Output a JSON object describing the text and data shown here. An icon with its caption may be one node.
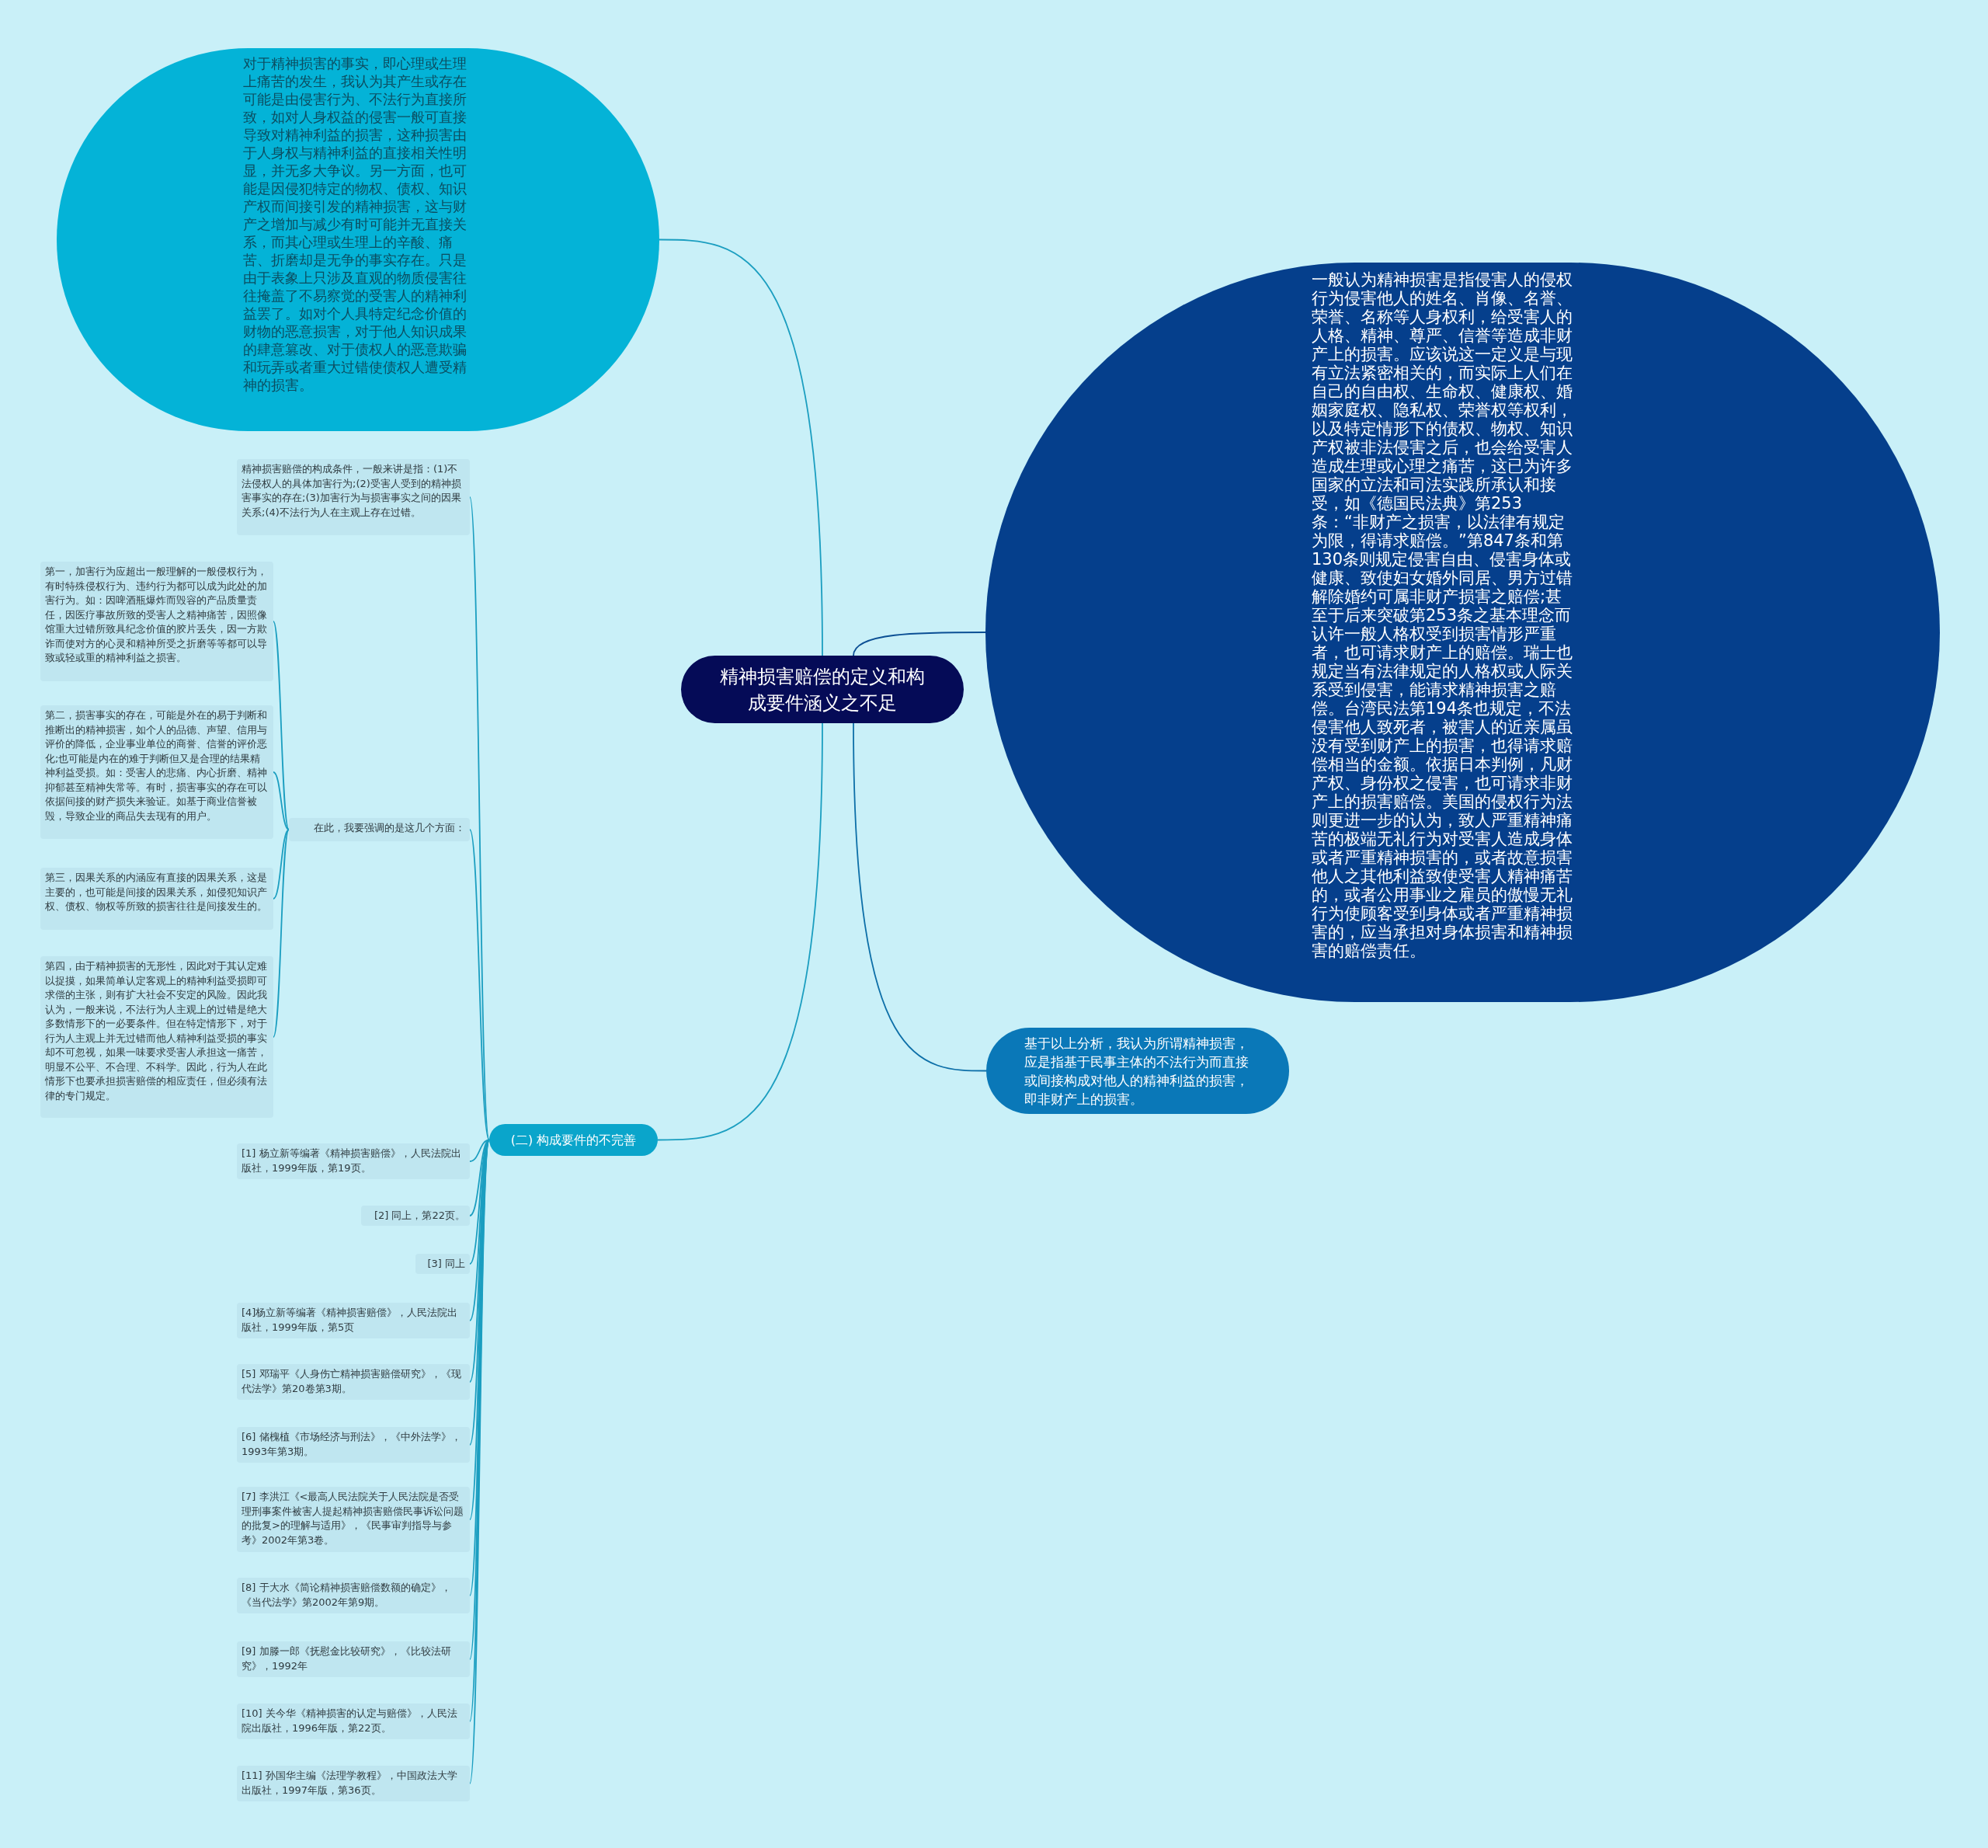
{
  "diagram": {
    "nodes": [
      {
        "text": [
          "精神损害赔偿的定义和构成要件涵义之不足"
        ]
      },
      {
        "text": [
          "对于精神损害的事实，即心理或生理上痛苦的发生，我认为其产生或存在可能是由侵害行为、不法行为直接所致，如对人身权益的侵害一般可直接导致对精神利益的损害，这种损害由于人身权与精神利益的直接相关性明显，并无多大争议。另一方面，也可能是因侵犯特定的物权、债权、知识产权而间接引发的精神损害，这与财产之增加与减少有时可能并无直接关系，而其心理或生理上的辛酸、痛苦、折磨却是无争的事实存在。只是由于表象上只涉及直观的物质侵害往往掩盖了不易察觉的受害人的精神利益罢了。如对个人具特定纪念价值的财物的恶意损害，对于他人知识成果的肆意篡改、对于债权人的恶意欺骗和玩弄或者重大过错使债权人遭受精神的损害。"
        ]
      },
      {
        "text": [
          "一般认为精神损害是指侵害人的侵权行为侵害他人的姓名、肖像、名誉、荣誉、名称等人身权利，给受害人的人格、精神、尊严、信誉等造成非财产上的损害。应该说这一定义是与现有立法紧密相关的，而实际上人们在自己的自由权、生命权、健康权、婚姻家庭权、隐私权、荣誉权等权利，以及特定情形下的债权、物权、知识产权被非法侵害之后，也会给受害人造成生理或心理之痛苦，这已为许多国家的立法和司法实践所承认和接受，如《德国民法典》第253条：“非财产之损害，以法律有规定为限，得请求赔偿。”第847条和第130条则规定侵害自由、侵害身体或健康、致使妇女婚外同居、男方过错解除婚约可属非财产损害之赔偿;甚至于后来突破第253条之基本理念而认许一般人格权受到损害情形严重者，也可请求财产上的赔偿。瑞士也规定当有法律规定的人格权或人际关系受到侵害，能请求精神损害之赔偿。台湾民法第194条也规定，不法侵害他人致死者，被害人的近亲属虽没有受到财产上的损害，也得请求赔偿相当的金额。依据日本判例，凡财产权、身份权之侵害，也可请求非财产上的损害赔偿。美国的侵权行为法则更进一步的认为，致人严重精神痛苦的极端无礼行为对受害人造成身体或者严重精神损害的，或者故意损害他人之其他利益致使受害人精神痛苦的，或者公用事业之雇员的傲慢无礼行为使顾客受到身体或者严重精神损害的，应当承担对身体损害和精神损害的赔偿责任。"
        ]
      },
      {
        "text": [
          "基于以上分析，我认为所谓精神损害，应是指基于民事主体的不法行为而直接或间接构成对他人的精神利益的损害，即非财产上的损害。"
        ]
      },
      {
        "text": [
          "(二) 构成要件的不完善"
        ]
      },
      {
        "text": [
          "精神损害赔偿的构成条件，一般来讲是指：(1)不法侵权人的具体加害行为;(2)受害人受到的精神损害事实的存在;(3)加害行为与损害事实之间的因果关系;(4)不法行为人在主观上存在过错。"
        ]
      },
      {
        "text": [
          "在此，我要强调的是这几个方面："
        ]
      },
      {
        "text": [
          "第一，加害行为应超出一般理解的一般侵权行为，有时特殊侵权行为、违约行为都可以成为此处的加害行为。如：因啤酒瓶爆炸而毁容的产品质量责任，因医疗事故所致的受害人之精神痛苦，因照像馆重大过错所致具纪念价值的胶片丢失，因一方欺诈而使对方的心灵和精神所受之折磨等等都可以导致或轻或重的精神利益之损害。"
        ]
      },
      {
        "text": [
          "第二，损害事实的存在，可能是外在的易于判断和推断出的精神损害，如个人的品德、声望、信用与评价的降低，企业事业单位的商誉、信誉的评价恶化;也可能是内在的难于判断但又是合理的结果精神利益受损。如：受害人的悲痛、内心折磨、精神抑郁甚至精神失常等。有时，损害事实的存在可以依据间接的财产损失来验证。如基于商业信誉被毁，导致企业的商品失去现有的用户。"
        ]
      },
      {
        "text": [
          "第三，因果关系的内涵应有直接的因果关系，这是主要的，也可能是间接的因果关系，如侵犯知识产权、债权、物权等所致的损害往往是间接发生的。"
        ]
      },
      {
        "text": [
          "第四，由于精神损害的无形性，因此对于其认定难以捉摸，如果简单认定客观上的精神利益受损即可求偿的主张，则有扩大社会不安定的风险。因此我认为，一般来说，不法行为人主观上的过错是绝大多数情形下的一必要条件。但在特定情形下，对于行为人主观上并无过错而他人精神利益受损的事实却不可忽视，如果一味要求受害人承担这一痛苦，明显不公平、不合理、不科学。因此，行为人在此情形下也要承担损害赔偿的相应责任，但必须有法律的专门规定。"
        ]
      },
      {
        "text": [
          "[1] 杨立新等编著《精神损害赔偿》，人民法院出版社，1999年版，第19页。"
        ]
      },
      {
        "text": [
          "[2] 同上，第22页。"
        ]
      },
      {
        "text": [
          "[3] 同上"
        ]
      },
      {
        "text": [
          "[4]杨立新等编著《精神损害赔偿》，人民法院出版社，1999年版，第5页"
        ]
      },
      {
        "text": [
          "[5] 邓瑞平《人身伤亡精神损害赔偿研究》，《现代法学》第20卷第3期。"
        ]
      },
      {
        "text": [
          "[6] 储槐植《市场经济与刑法》，《中外法学》，1993年第3期。"
        ]
      },
      {
        "text": [
          "[7] 李洪江《<最高人民法院关于人民法院是否受理刑事案件被害人提起精神损害赔偿民事诉讼问题的批复>的理解与适用》，《民事审判指导与参考》2002年第3卷。"
        ]
      },
      {
        "text": [
          "[8] 于大水《简论精神损害赔偿数额的确定》，《当代法学》第2002年第9期。"
        ]
      },
      {
        "text": [
          "[9] 加滕一郎《抚慰金比较研究》，《比较法研究》，1992年"
        ]
      },
      {
        "text": [
          "[10] 关今华《精神损害的认定与赔偿》，人民法院出版社，1996年版，第22页。"
        ]
      },
      {
        "text": [
          "[11] 孙国华主编《法理学教程》，中国政法大学出版社，1997年版，第36页。"
        ]
      }
    ],
    "edges": [
      {
        "from": 0,
        "to": 1,
        "arrow": "none"
      },
      {
        "from": 0,
        "to": 2,
        "arrow": "none",
        "color": "#0b4f94"
      },
      {
        "from": 0,
        "to": 3,
        "arrow": "none",
        "color": "#0d6fa8"
      },
      {
        "from": 0,
        "to": 4,
        "arrow": "none"
      },
      {
        "from": 4,
        "to": 5,
        "arrow": "none"
      },
      {
        "from": 4,
        "to": 6,
        "arrow": "none"
      },
      {
        "from": 6,
        "to": 7,
        "arrow": "none"
      },
      {
        "from": 6,
        "to": 8,
        "arrow": "none"
      },
      {
        "from": 6,
        "to": 9,
        "arrow": "none"
      },
      {
        "from": 6,
        "to": 10,
        "arrow": "none"
      },
      {
        "from": 4,
        "to": 11,
        "arrow": "none"
      },
      {
        "from": 4,
        "to": 12,
        "arrow": "none"
      },
      {
        "from": 4,
        "to": 13,
        "arrow": "none"
      },
      {
        "from": 4,
        "to": 14,
        "arrow": "none"
      },
      {
        "from": 4,
        "to": 15,
        "arrow": "none"
      },
      {
        "from": 4,
        "to": 16,
        "arrow": "none"
      },
      {
        "from": 4,
        "to": 17,
        "arrow": "none"
      },
      {
        "from": 4,
        "to": 18,
        "arrow": "none"
      },
      {
        "from": 4,
        "to": 19,
        "arrow": "none"
      },
      {
        "from": 4,
        "to": 20,
        "arrow": "none"
      },
      {
        "from": 4,
        "to": 21,
        "arrow": "none"
      }
    ]
  }
}
